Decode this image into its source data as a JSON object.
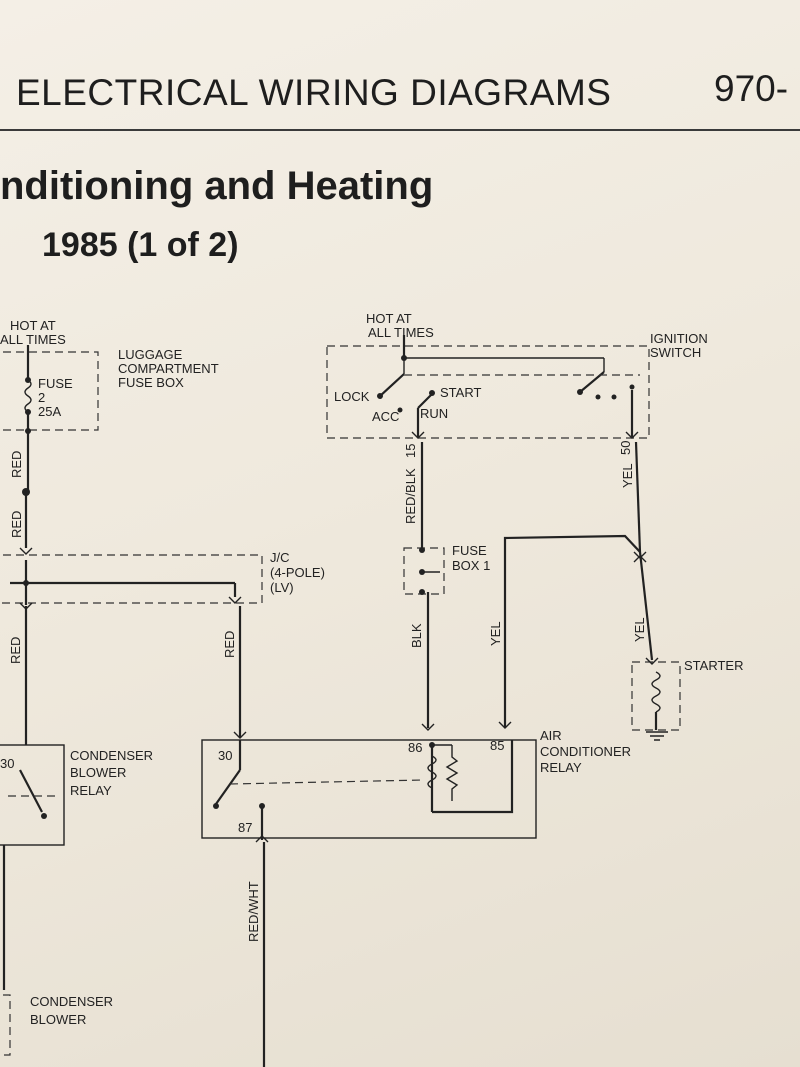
{
  "header": {
    "title": "ELECTRICAL WIRING DIAGRAMS",
    "page_ref": "970-"
  },
  "section": {
    "title": "nditioning and Heating",
    "subtitle": "1985 (1 of 2)"
  },
  "labels": {
    "hot_left_1": "HOT AT",
    "hot_left_2": "ALL TIMES",
    "luggage_1": "LUGGAGE",
    "luggage_2": "COMPARTMENT",
    "luggage_3": "FUSE BOX",
    "fuse": "FUSE",
    "fuse_num": "2",
    "fuse_amp": "25A",
    "hot_mid_1": "HOT AT",
    "hot_mid_2": "ALL TIMES",
    "ign_1": "IGNITION",
    "ign_2": "SWITCH",
    "lock": "LOCK",
    "start": "START",
    "acc": "ACC",
    "run": "RUN",
    "jc_1": "J/C",
    "jc_2": "(4-POLE)",
    "jc_3": "(LV)",
    "fusebox1_1": "FUSE",
    "fusebox1_2": "BOX 1",
    "starter": "STARTER",
    "cond_relay_1": "CONDENSER",
    "cond_relay_2": "BLOWER",
    "cond_relay_3": "RELAY",
    "ac_relay_1": "AIR",
    "ac_relay_2": "CONDITIONER",
    "ac_relay_3": "RELAY",
    "cond_blower_1": "CONDENSER",
    "cond_blower_2": "BLOWER",
    "term_30_left": "30",
    "term_30": "30",
    "term_86": "86",
    "term_85": "85",
    "term_87": "87",
    "term_15": "15",
    "term_50": "50"
  },
  "wires": {
    "red_a": "RED",
    "red_b": "RED",
    "red_c": "RED",
    "red_d": "RED",
    "red_blk": "RED/BLK",
    "blk": "BLK",
    "yel_a": "YEL",
    "yel_b": "YEL",
    "yel_c": "YEL",
    "red_wht": "RED/WHT"
  }
}
